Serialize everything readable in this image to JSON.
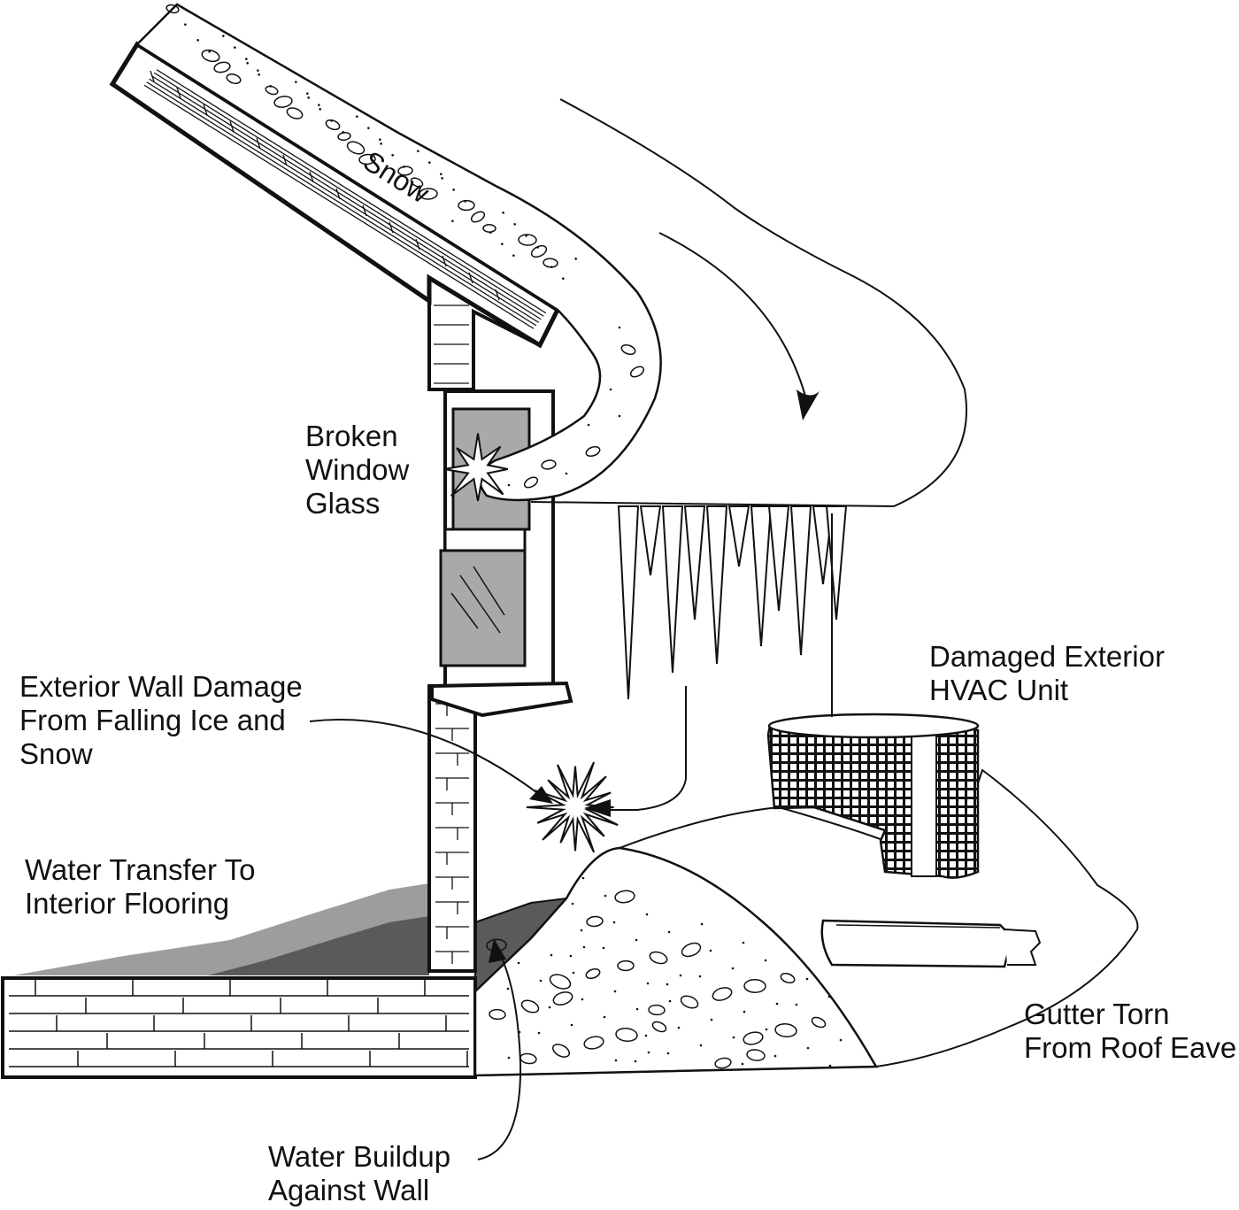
{
  "labels": {
    "snow": "Snow",
    "broken_window": [
      "Broken",
      "Window",
      "Glass"
    ],
    "wall_damage": [
      "Exterior Wall Damage",
      "From Falling Ice and",
      "Snow"
    ],
    "hvac": [
      "Damaged Exterior",
      "HVAC Unit"
    ],
    "water_transfer": [
      "Water Transfer To",
      "Interior Flooring"
    ],
    "gutter": [
      "Gutter Torn",
      "From Roof Eave"
    ],
    "water_buildup": [
      "Water Buildup",
      "Against Wall"
    ]
  },
  "colors": {
    "ink": "#111111",
    "glass": "#a9a9a9",
    "water_light": "#9d9d9d",
    "water_dark": "#5a5a5a",
    "background": "#ffffff"
  }
}
